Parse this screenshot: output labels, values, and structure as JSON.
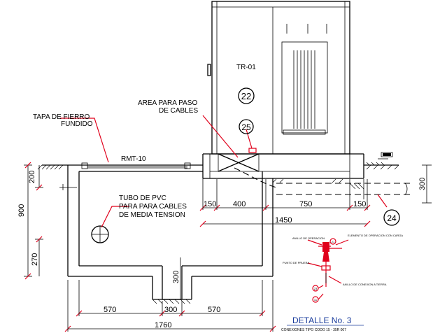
{
  "labels": {
    "tapa_line1": "TAPA DE FIERRO",
    "tapa_line2": "FUNDIDO",
    "area_line1": "AREA PARA PASO",
    "area_line2": "DE CABLES",
    "tubo_line1": "TUBO DE PVC",
    "tubo_line2": "PARA PARA CABLES",
    "tubo_line3": "DE MEDIA TENSION",
    "rmt": "RMT-10",
    "transformer": "TR-01",
    "detail_title": "DETALLE No. 3",
    "detail_subtitle": "CONEXIONES TIPO CODO 15 - 35R 007",
    "codo_1": "ANILLO DE OPERACION",
    "codo_2": "ELEMENTO DE OPERACION CON CARGA",
    "codo_3": "PUNTO DE PRUEBA",
    "codo_4": "ANILLO DE CONEXION A TIERRA"
  },
  "callouts": {
    "c22": "22",
    "c25": "25",
    "c24": "24",
    "c21": "21",
    "c23": "23",
    "c11": "11"
  },
  "dimensions": {
    "d200": "200",
    "d900": "900",
    "d270": "270",
    "d300_sump": "300",
    "d150_a": "150",
    "d400": "400",
    "d750": "750",
    "d150_b": "150",
    "d300_right": "300",
    "d1450": "1450",
    "d570_a": "570",
    "d300_b": "300",
    "d570_b": "570",
    "d1760": "1760"
  },
  "colors": {
    "line": "#000000",
    "accent": "#e0001b"
  }
}
